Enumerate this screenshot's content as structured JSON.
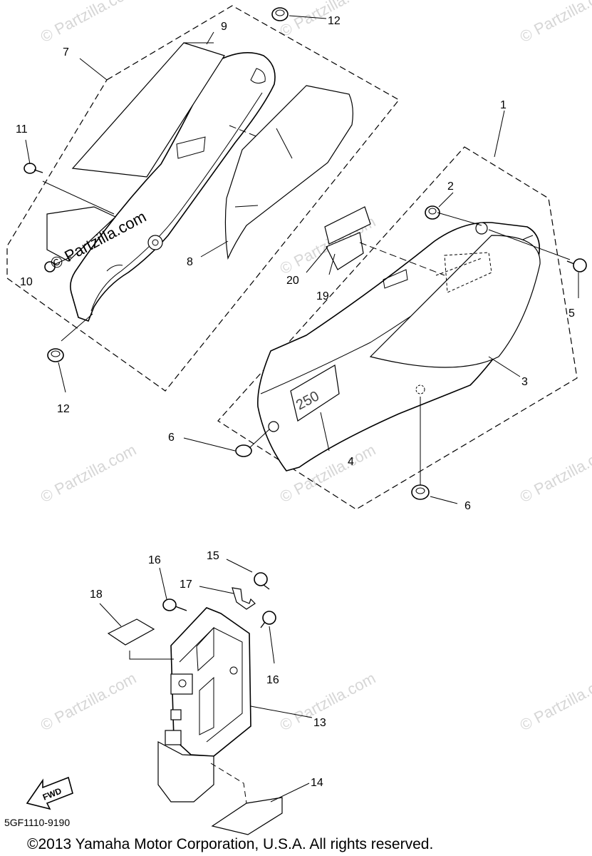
{
  "diagram": {
    "labels": {
      "l1": "1",
      "l2": "2",
      "l3": "3",
      "l4": "4",
      "l5": "5",
      "l6a": "6",
      "l6b": "6",
      "l7": "7",
      "l8": "8",
      "l9": "9",
      "l10": "10",
      "l11": "11",
      "l12a": "12",
      "l12b": "12",
      "l13": "13",
      "l14": "14",
      "l15": "15",
      "l16a": "16",
      "l16b": "16",
      "l17": "17",
      "l18": "18",
      "l19": "19",
      "l20": "20"
    },
    "watermark": "© Partzilla.com",
    "watermark_dark": "© Partzilla.com",
    "decal_text": "250",
    "fwd_text": "FWD",
    "diagram_code": "5GF1110-9190",
    "copyright": "©2013  Yamaha Motor Corporation, U.S.A. All rights reserved."
  }
}
